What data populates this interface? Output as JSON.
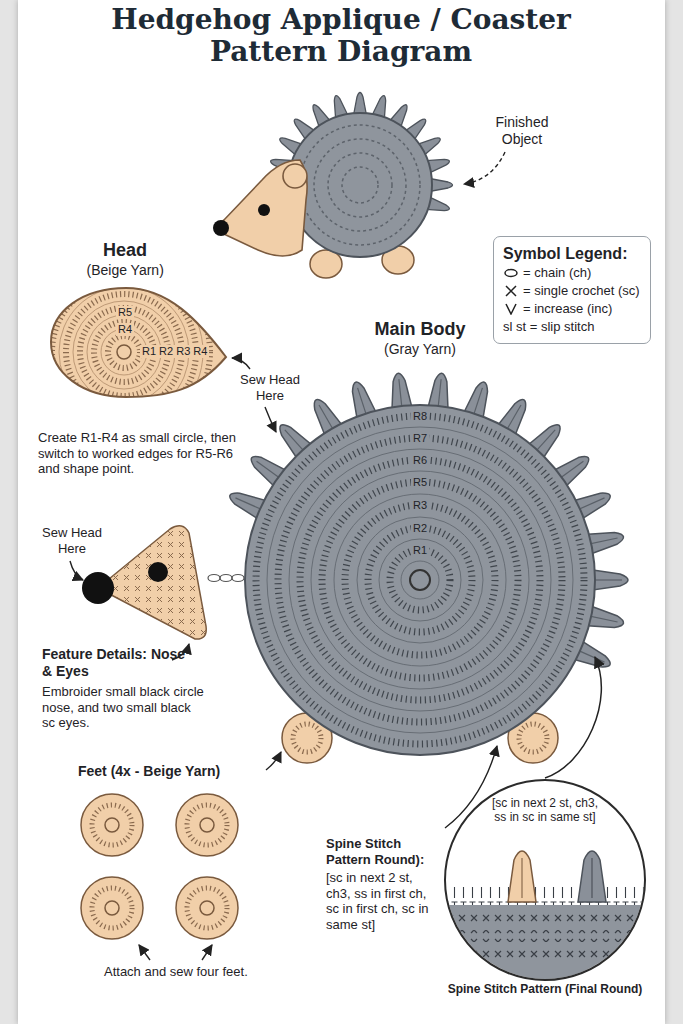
{
  "diagram": {
    "title": "Hedgehog Applique / Coaster Pattern Diagram",
    "nodes": [
      {
        "text": [
          "R5",
          "R4",
          "R1 R2 R3 R4"
        ]
      },
      {
        "text": [
          "R8",
          "R7",
          "R6",
          "R5",
          "R3",
          "R2",
          "R1"
        ]
      },
      {
        "text": [
          "[sc in next 2 st, ch3, ss in sc in same st]",
          "Spine Stitch Pattern (Final Round)"
        ]
      }
    ],
    "edges": [
      {
        "from": 2,
        "to": 1,
        "arrow": "to"
      }
    ],
    "labels": [
      "Finished Object",
      "Head",
      "(Beige Yarn)",
      "Sew Head Here",
      "Main Body",
      "(Gray Yarn)",
      "Create R1-R4 as small circle, then switch to worked edges for R5-R6 and shape point.",
      "Sew Head Here",
      "Feature Details: Nose & Eyes",
      "Embroider small black circle nose, and two small black sc eyes.",
      "Feet (4x - Beige Yarn)",
      "Spine Stitch Pattern Round):",
      "[sc in next 2 st, ch3, ss in first ch, sc in first ch, sc in same st]",
      "Attach and sew four feet.",
      "Symbol Legend:"
    ],
    "legend": [
      {
        "text": "= chain (ch)"
      },
      {
        "text": "= single crochet (sc)"
      },
      {
        "text": "= increase (inc)"
      },
      {
        "text": "sl st = slip stitch"
      }
    ]
  }
}
